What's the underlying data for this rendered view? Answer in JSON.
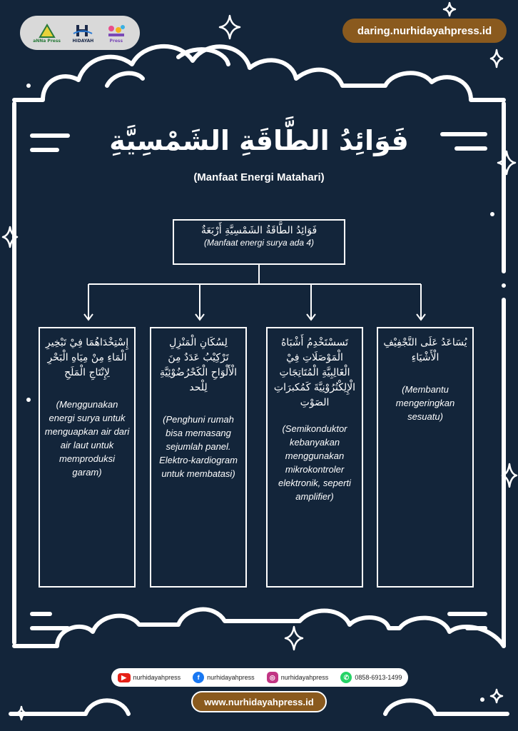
{
  "header": {
    "logos": [
      {
        "name": "aNNa Press",
        "icon": "anna-press-logo"
      },
      {
        "name": "HIDAYAH",
        "icon": "hidayah-logo"
      },
      {
        "name": "Press",
        "icon": "kids-press-logo"
      }
    ],
    "url": "daring.nurhidayahpress.id"
  },
  "title": {
    "arabic": "فَوَائِدُ الطَّاقَةِ الشَمْسِيَّةِ",
    "latin": "(Manfaat Energi Matahari)"
  },
  "root": {
    "arabic": "فَوَائِدُ الطَّاقَةُ الشَمْسِيَّةِ أَرْبَعَةٌ",
    "latin": "(Manfaat energi surya ada 4)"
  },
  "cards": [
    {
      "arabic": "إِسْتِخْدَاهُمَا فِيْ تَبْخِيرِ الْمَاءِ مِنْ مِيَاهِ الْبَحْرِ لِإِنْتَاجِ الْمَلَحِ",
      "latin": "(Menggunakan energi surya untuk menguapkan air dari air laut untuk memproduksi garam)"
    },
    {
      "arabic": "لِسُكَانِ الْمَنْزِلِ تَرْكِيْبُ عَدَدٌ مِنَ الْأَلْوَاحِ الْكَحْرُضُوْئِيَّةِ لِلْحد",
      "latin": "(Penghuni rumah bisa memasang sejumlah panel. Elektro-kardiogram untuk membatasi)"
    },
    {
      "arabic": "تَسسْتَخْدِمُ أَشْبَاهُ الْمَوْصَلَاتِ فِيْ الْغَالِبِيَّةِ الْمُتَاتِجَاتِ الْإِلِكْتُرُوْنِيَّةَ كَمُكبرَاتِ الصَوْتِ",
      "latin": "(Semikonduktor kebanyakan menggunakan mikrokontroler elektronik, seperti amplifier)"
    },
    {
      "arabic": "يُسَاعَدُ عَلَى التَّجْفِيْفِ الْأَشْيَاءِ",
      "latin": "(Membantu mengeringkan sesuatu)"
    }
  ],
  "footer": {
    "social": [
      {
        "icon": "youtube-icon",
        "label": "nurhidayahpress",
        "color": "#e62117"
      },
      {
        "icon": "facebook-icon",
        "label": "nurhidayahpress",
        "color": "#1877f2"
      },
      {
        "icon": "instagram-icon",
        "label": "nurhidayahpress",
        "color": "#c13584"
      },
      {
        "icon": "whatsapp-icon",
        "label": "0858-6913-1499",
        "color": "#25d366"
      }
    ],
    "website": "www.nurhidayahpress.id"
  },
  "colors": {
    "background": "#13253a",
    "accent": "#8a5a1e",
    "line": "#ffffff"
  }
}
